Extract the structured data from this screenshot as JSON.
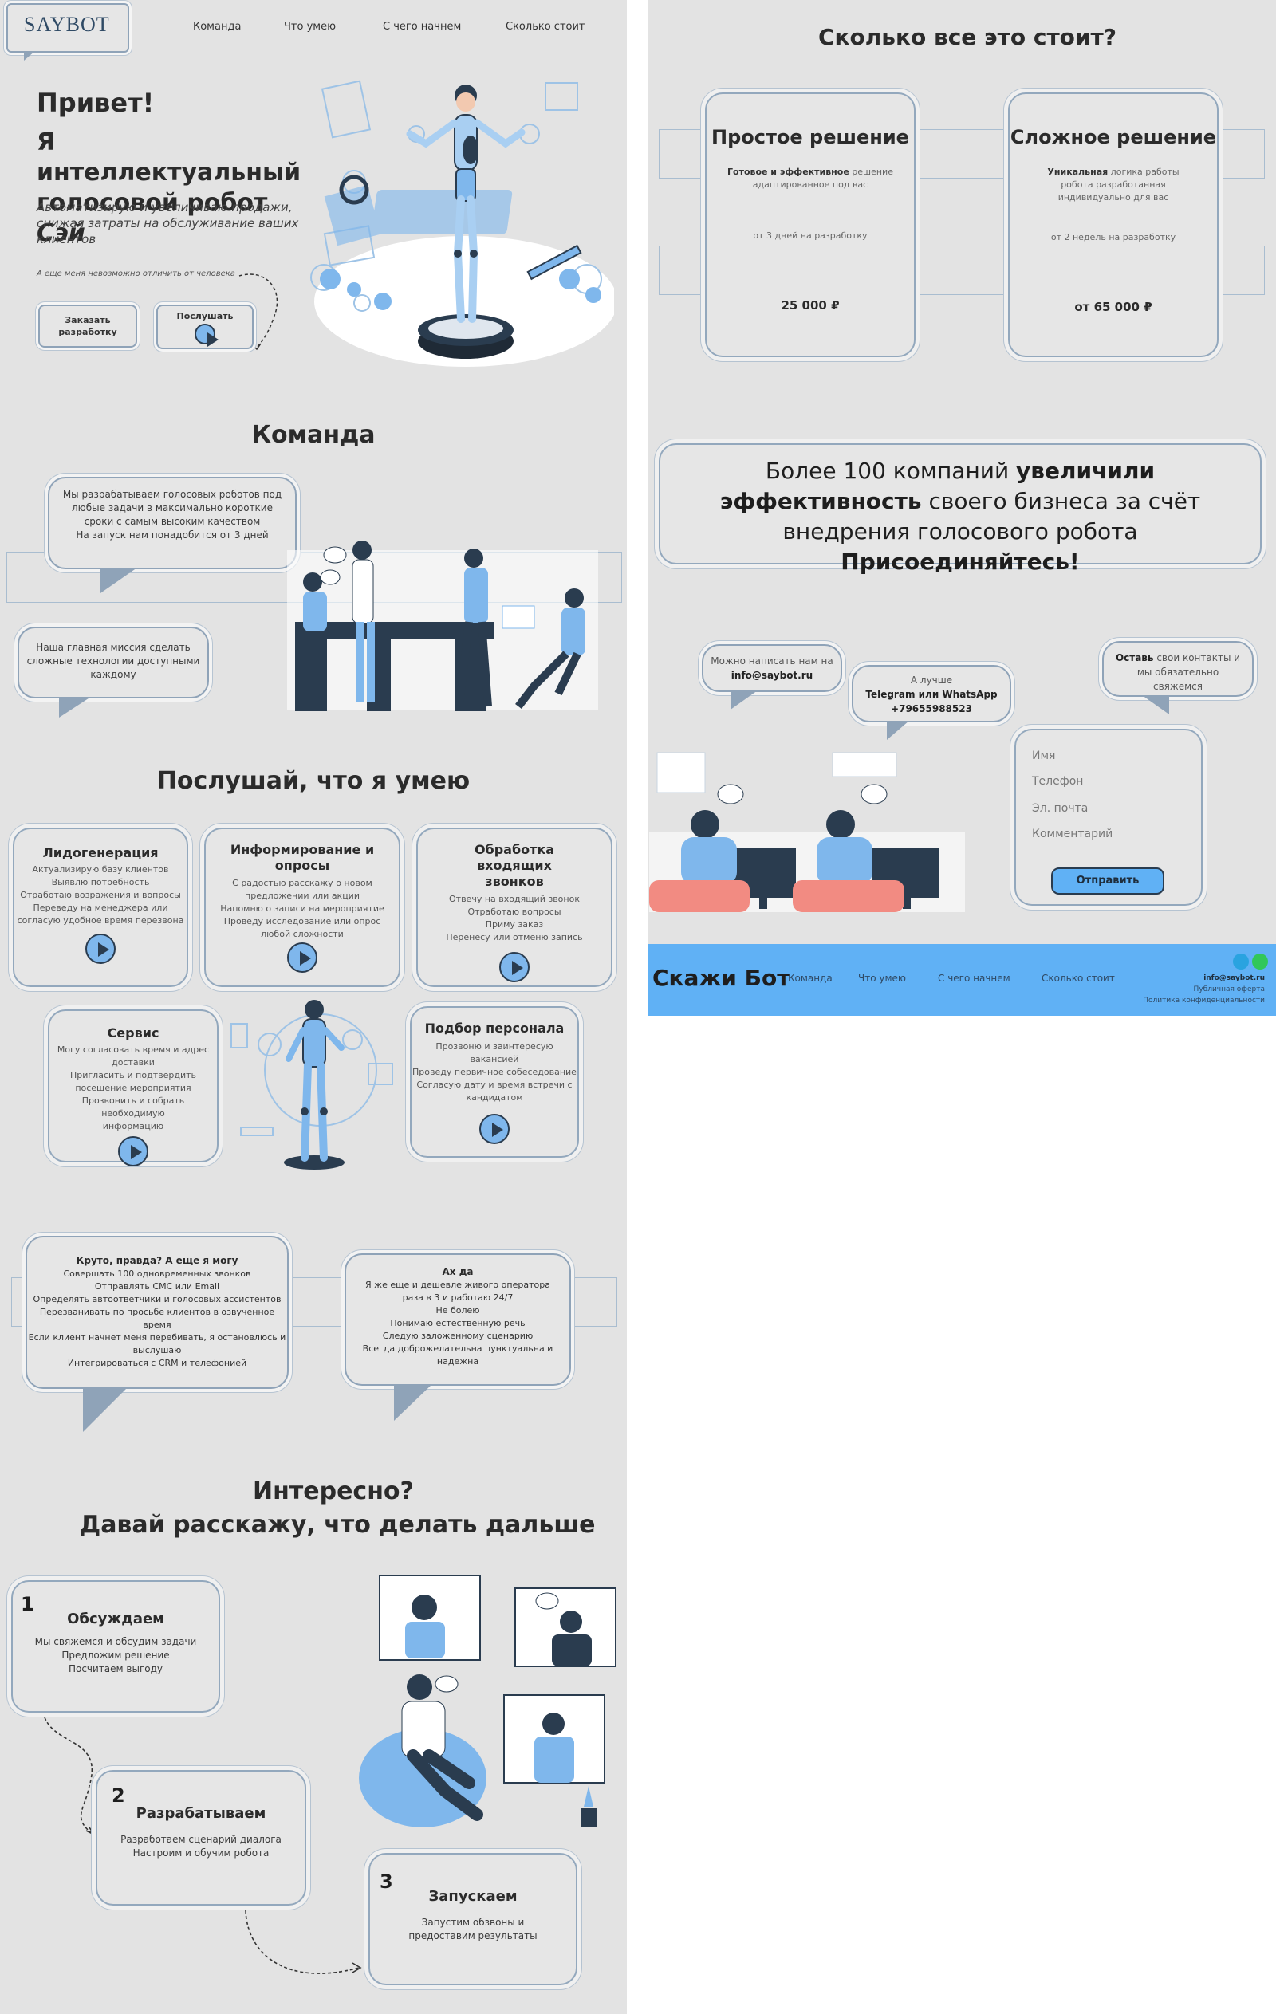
{
  "logo": "SAYBOT",
  "nav": [
    "Команда",
    "Что умею",
    "С чего начнем",
    "Сколько стоит"
  ],
  "hero": {
    "greeting": "Привет!",
    "title_line1": "Я интеллектуальный",
    "title_line2_prefix": "голосовой робот ",
    "title_name": "Сэй",
    "subtitle": "Автоматизирую и увеличиваю продажи, снижая затраты на обслуживание ваших клиентов",
    "note": "А еще меня невозможно отличить от человека",
    "btn_order": "Заказать разработку",
    "btn_listen": "Послушать"
  },
  "team": {
    "title": "Команда",
    "bubble1": [
      "Мы разрабатываем голосовых роботов под",
      "любые задачи в максимально короткие",
      "сроки с самым высоким качеством",
      "На запуск нам понадобится от 3 дней"
    ],
    "bubble2": [
      "Наша главная миссия сделать",
      "сложные технологии доступными",
      "каждому"
    ]
  },
  "skills": {
    "title": "Послушай, что я умею",
    "cards": [
      {
        "title": "Лидогенерация",
        "lines": [
          "Актуализирую базу клиентов",
          "Выявлю потребность",
          "Отработаю возражения и вопросы",
          "Переведу на менеджера или",
          "согласую удобное время перезвона"
        ]
      },
      {
        "title": "Информирование и опросы",
        "lines": [
          "С радостью расскажу о новом",
          "предложении или акции",
          "Напомню о записи на мероприятие",
          "Проведу исследование или опрос",
          "любой сложности"
        ]
      },
      {
        "title": "Обработка входящих звонков",
        "lines": [
          "Отвечу на входящий звонок",
          "Отработаю вопросы",
          "Приму заказ",
          "Перенесу или отменю запись"
        ]
      },
      {
        "title": "Сервис",
        "lines": [
          "Могу согласовать время и адрес",
          "доставки",
          "Пригласить и подтвердить",
          "посещение мероприятия",
          "Прозвонить и собрать необходимую",
          "информацию"
        ]
      },
      {
        "title": "Подбор персонала",
        "lines": [
          "Прозвоню и заинтересую вакансией",
          "Проведу первичное собеседование",
          "Согласую дату и время встречи с",
          "кандидатом"
        ]
      }
    ]
  },
  "extra": {
    "cool_title": "Круто, правда? А еще я могу",
    "cool_lines": [
      "Совершать 100 одновременных звонков",
      "Отправлять СМС или Email",
      "Определять автоответчики и голосовых ассистентов",
      "Перезванивать по просьбе клиентов в озвученное время",
      "Если клиент начнет меня перебивать, я остановлюсь и",
      "выслушаю",
      "Интегрироваться с CRM и телефонией"
    ],
    "ah_title": "Ах да",
    "ah_lines": [
      "Я же еще и дешевле живого оператора",
      "раза в 3 и работаю 24/7",
      "Не болею",
      "Понимаю естественную речь",
      "Следую заложенному сценарию",
      "Всегда доброжелательна пунктуальна и",
      "надежна"
    ]
  },
  "steps": {
    "title_line1": "Интересно?",
    "title_line2": "Давай расскажу, что делать дальше",
    "items": [
      {
        "num": "1",
        "title": "Обсуждаем",
        "lines": [
          "Мы свяжемся и обсудим задачи",
          "Предложим решение",
          "Посчитаем выгоду"
        ]
      },
      {
        "num": "2",
        "title": "Разрабатываем",
        "lines": [
          "Разработаем сценарий диалога",
          "Настроим и обучим робота"
        ]
      },
      {
        "num": "3",
        "title": "Запускаем",
        "lines": [
          "Запустим обзвоны и",
          "предоставим результаты"
        ]
      }
    ]
  },
  "pricing": {
    "title": "Сколько все это стоит?",
    "plans": [
      {
        "title": "Простое решение",
        "desc_bold": "Готовое и эффективное",
        "desc_rest": " решение адаптированное под вас",
        "term": "от 3 дней на разработку",
        "price": "25 000 ₽"
      },
      {
        "title": "Сложное решение",
        "desc_bold": "Уникальная",
        "desc_rest": " логика работы робота разработанная индивидуально для вас",
        "term": "от 2 недель на разработку",
        "price": "от 65 000 ₽"
      }
    ]
  },
  "promo": {
    "p1": "Более 100 компаний ",
    "b1": "увеличили",
    "b2": "эффективность",
    "p2": " своего бизнеса за счёт",
    "p3": "внедрения голосового робота",
    "b3": "Присоединяйтесь!"
  },
  "contacts": {
    "write_prefix": "Можно написать нам на ",
    "email": "info@saybot.ru",
    "better_prefix": "А лучше ",
    "better_channels": "Telegram или WhatsApp",
    "phone": "+79655988523",
    "leave_bold": "Оставь",
    "leave_rest": " свои контакты и мы обязательно свяжемся"
  },
  "form": {
    "name": "Имя",
    "phone": "Телефон",
    "email": "Эл. почта",
    "comment": "Комментарий",
    "submit": "Отправить"
  },
  "footer": {
    "brand": "Скажи Бот",
    "links": [
      "Команда",
      "Что умею",
      "С чего начнем",
      "Сколько стоит"
    ],
    "email": "info@saybot.ru",
    "offer": "Публичная оферта",
    "privacy": "Политика конфиденциальности"
  },
  "colors": {
    "accent": "#60b1f5",
    "background": "#e3e3e3",
    "outline": "#8fa3b8"
  }
}
